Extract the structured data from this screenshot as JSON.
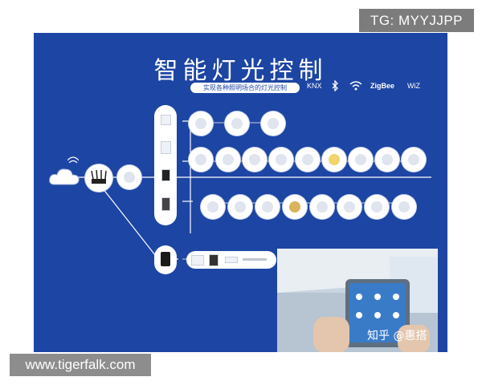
{
  "overlay": {
    "tg_label": "TG: MYYJJPP",
    "site_url": "www.tigerfalk.com"
  },
  "poster": {
    "title": "智能灯光控制",
    "subtitle": "实现各种照明场合的灯光控制",
    "protocols": [
      "KNX",
      "ZigBee",
      "WiZ"
    ],
    "watermark": "知乎 @惠搭"
  },
  "icons": [
    "cloud-icon",
    "router-icon",
    "bluetooth-icon",
    "wifi-icon"
  ],
  "colors": {
    "background": "#1d45a3",
    "accent": "#ffffff"
  }
}
